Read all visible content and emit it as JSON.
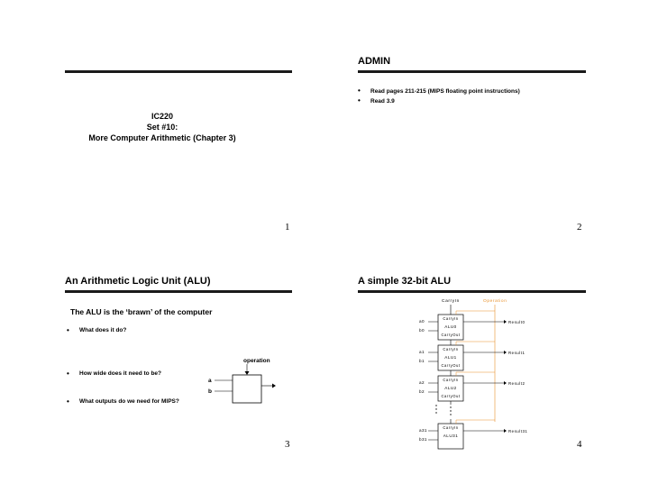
{
  "slide1": {
    "lines": [
      "IC220",
      "Set #10:",
      "More Computer Arithmetic (Chapter 3)"
    ],
    "page_number": "1"
  },
  "slide2": {
    "title": "ADMIN",
    "bullets": [
      "Read pages 211-215 (MIPS floating point instructions)",
      "Read 3.9"
    ],
    "page_number": "2"
  },
  "slide3": {
    "title": "An Arithmetic Logic Unit (ALU)",
    "subtitle": "The ALU is the ‘brawn’ of the computer",
    "bullets": [
      "What does it do?",
      "How wide does it need to be?",
      "What outputs do we need for MIPS?"
    ],
    "diagram": {
      "operation_label": "operation",
      "input_a": "a",
      "input_b": "b"
    },
    "page_number": "3"
  },
  "slide4": {
    "title": "A simple 32-bit ALU",
    "top_labels": {
      "carry_in": "CarryIn",
      "operation": "Operation"
    },
    "operation_color": "#e8902a",
    "stages": [
      {
        "in_a": "a0",
        "in_b": "b0",
        "carry_in": "CarryIn",
        "alu": "ALU0",
        "carry_out": "CarryOut",
        "result": "Result0"
      },
      {
        "in_a": "a1",
        "in_b": "b1",
        "carry_in": "CarryIn",
        "alu": "ALU1",
        "carry_out": "CarryOut",
        "result": "Result1"
      },
      {
        "in_a": "a2",
        "in_b": "b2",
        "carry_in": "CarryIn",
        "alu": "ALU2",
        "carry_out": "CarryOut",
        "result": "Result2"
      },
      {
        "in_a": "a31",
        "in_b": "b31",
        "carry_in": "CarryIn",
        "alu": "ALU31",
        "carry_out": "",
        "result": "Result31"
      }
    ],
    "page_number": "4"
  }
}
